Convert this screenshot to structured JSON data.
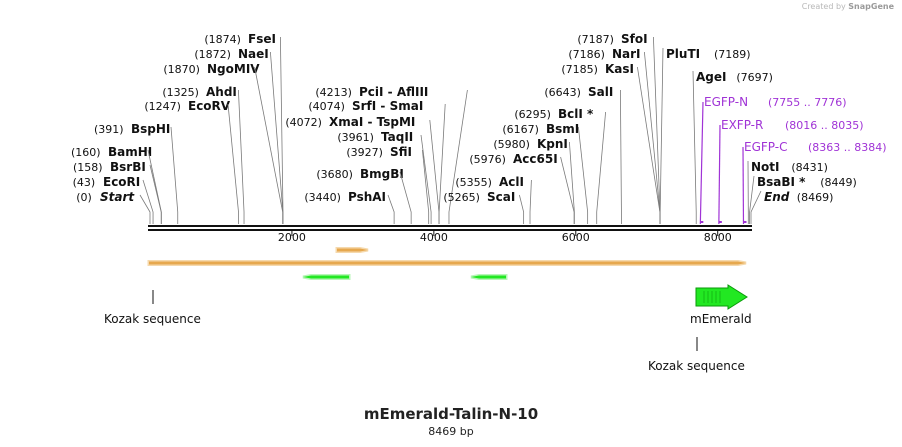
{
  "credit": {
    "prefix": "Created by",
    "brand": "SnapGene"
  },
  "plasmid": {
    "name": "mEmerald-Talin-N-10",
    "length": "8469 bp",
    "total_bp": 8469
  },
  "ticks": [
    "2000",
    "4000",
    "6000",
    "8000"
  ],
  "sites": [
    {
      "name": "Start",
      "pos": "(0)",
      "side": "left",
      "italic": true
    },
    {
      "name": "EcoRI",
      "pos": "(43)",
      "side": "left"
    },
    {
      "name": "BsrBI",
      "pos": "(158)",
      "side": "left"
    },
    {
      "name": "BamHI",
      "pos": "(160)",
      "side": "left"
    },
    {
      "name": "BspHI",
      "pos": "(391)",
      "side": "left"
    },
    {
      "name": "EcoRV",
      "pos": "(1247)",
      "side": "left"
    },
    {
      "name": "AhdI",
      "pos": "(1325)",
      "side": "left"
    },
    {
      "name": "NgoMIV",
      "pos": "(1870)",
      "side": "left"
    },
    {
      "name": "NaeI",
      "pos": "(1872)",
      "side": "left"
    },
    {
      "name": "FseI",
      "pos": "(1874)",
      "side": "left"
    },
    {
      "name": "PshAI",
      "pos": "(3440)",
      "side": "left"
    },
    {
      "name": "BmgBI",
      "pos": "(3680)",
      "side": "left"
    },
    {
      "name": "SfiI",
      "pos": "(3927)",
      "side": "left"
    },
    {
      "name": "TaqII",
      "pos": "(3961)",
      "side": "left"
    },
    {
      "name": "XmaI  - TspMI",
      "pos": "(4072)",
      "side": "left"
    },
    {
      "name": "SrfI  - SmaI",
      "pos": "(4074)",
      "side": "left"
    },
    {
      "name": "PciI  - AflIII",
      "pos": "(4213)",
      "side": "left"
    },
    {
      "name": "ScaI",
      "pos": "(5265)",
      "side": "left"
    },
    {
      "name": "AclI",
      "pos": "(5355)",
      "side": "left"
    },
    {
      "name": "Acc65I",
      "pos": "(5976)",
      "side": "left"
    },
    {
      "name": "KpnI",
      "pos": "(5980)",
      "side": "left"
    },
    {
      "name": "BsmI",
      "pos": "(6167)",
      "side": "left"
    },
    {
      "name": "BclI *",
      "pos": "(6295)",
      "side": "left"
    },
    {
      "name": "SalI",
      "pos": "(6643)",
      "side": "left"
    },
    {
      "name": "KasI",
      "pos": "(7185)",
      "side": "left"
    },
    {
      "name": "NarI",
      "pos": "(7186)",
      "side": "left"
    },
    {
      "name": "SfoI",
      "pos": "(7187)",
      "side": "left"
    },
    {
      "name": "PluTI",
      "pos": "(7189)",
      "side": "right"
    },
    {
      "name": "AgeI",
      "pos": "(7697)",
      "side": "right"
    },
    {
      "name": "NotI",
      "pos": "(8431)",
      "side": "right"
    },
    {
      "name": "BsaBI *",
      "pos": "(8449)",
      "side": "right"
    },
    {
      "name": "End",
      "pos": "(8469)",
      "side": "right",
      "italic": true
    }
  ],
  "primers": [
    {
      "name": "EGFP-N",
      "range": "(7755 .. 7776)"
    },
    {
      "name": "EXFP-R",
      "range": "(8016 .. 8035)"
    },
    {
      "name": "EGFP-C",
      "range": "(8363 .. 8384)"
    }
  ],
  "features": [
    {
      "name": "Kozak sequence",
      "kind": "kozak"
    },
    {
      "name": "mEmerald",
      "kind": "cds"
    },
    {
      "name": "Kozak sequence",
      "kind": "kozak"
    }
  ],
  "colors": {
    "backbone": "#111111",
    "site_line": "#7a7a7a",
    "primer": "#a033d6",
    "orf_fill": "#e6a84e",
    "orf_glow": "#f5d9ad",
    "gene_fill": "#22e822",
    "gene_glow": "#b8f5b8"
  }
}
